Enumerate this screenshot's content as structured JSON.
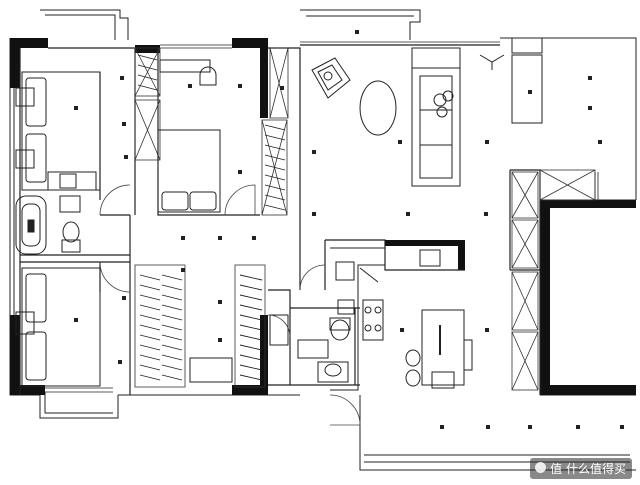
{
  "watermark": {
    "text": "值 什么值得买"
  },
  "colors": {
    "wall": "#111111",
    "line": "#222222",
    "light": "#555555",
    "background": "#ffffff"
  },
  "rooms": [
    {
      "name": "bedroom-top-left"
    },
    {
      "name": "bedroom-bottom-left"
    },
    {
      "name": "master-bedroom"
    },
    {
      "name": "bathroom"
    },
    {
      "name": "living-room"
    },
    {
      "name": "kitchen"
    },
    {
      "name": "dining-area"
    },
    {
      "name": "corridor"
    }
  ],
  "furniture": [
    {
      "name": "double-bed-top"
    },
    {
      "name": "double-bed-bottom"
    },
    {
      "name": "double-bed-master"
    },
    {
      "name": "bathtub"
    },
    {
      "name": "toilet"
    },
    {
      "name": "sofa"
    },
    {
      "name": "armchair"
    },
    {
      "name": "coffee-table-oval"
    },
    {
      "name": "dining-table"
    },
    {
      "name": "kitchen-sink"
    },
    {
      "name": "stove"
    },
    {
      "name": "wardrobe"
    }
  ]
}
